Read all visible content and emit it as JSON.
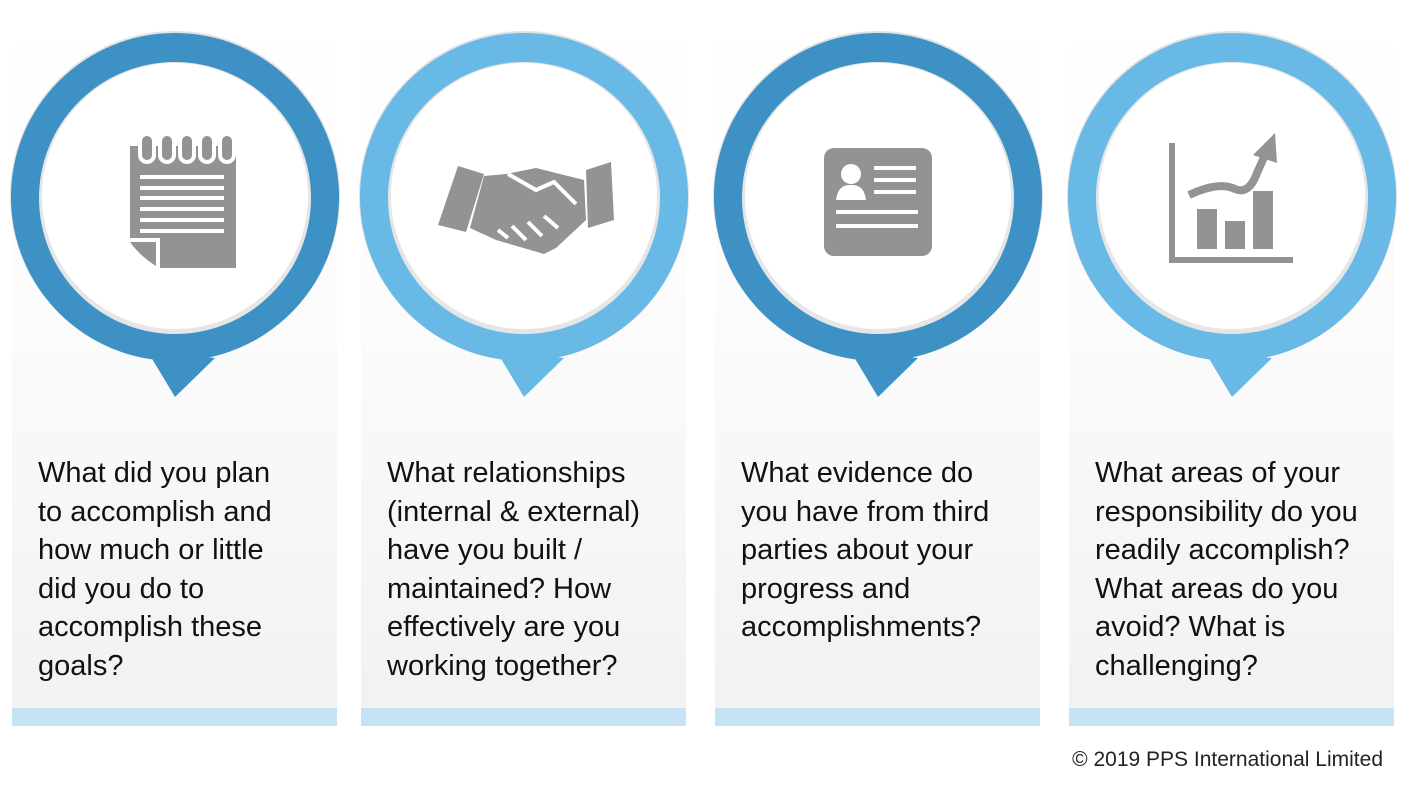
{
  "colors": {
    "dark_blue": "#3d91c4",
    "light_blue": "#69b9e6",
    "icon_gray": "#939393",
    "strip": "#c5e3f4"
  },
  "cards": [
    {
      "icon": "notepad-icon",
      "text": "What did you plan\nto accomplish and\nhow much or little\ndid you do to\naccomplish these\ngoals?"
    },
    {
      "icon": "handshake-icon",
      "text": "What relationships\n(internal & external)\nhave you built /\nmaintained? How\neffectively are you\nworking together?"
    },
    {
      "icon": "id-card-icon",
      "text": "What evidence do\nyou have from third\nparties about your\nprogress and\naccomplishments?"
    },
    {
      "icon": "growth-chart-icon",
      "text": "What areas of your\nresponsibility do you\nreadily accomplish?\nWhat areas do you\navoid? What is\nchallenging?"
    }
  ],
  "footer": {
    "copyright": "© 2019 PPS International Limited"
  }
}
